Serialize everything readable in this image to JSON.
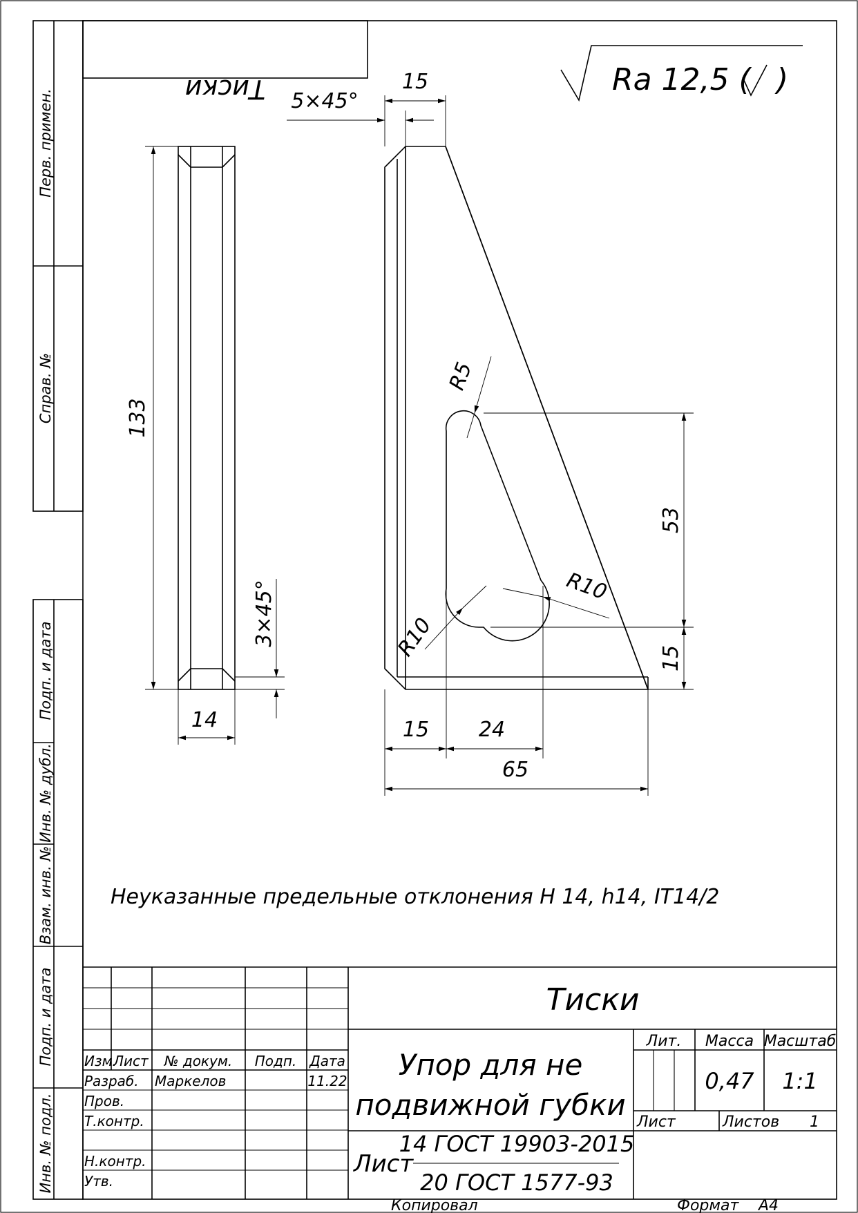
{
  "header": {
    "mirrored_title": "Тиски"
  },
  "roughness": {
    "text": "Ra 12,5 (",
    "close": ")"
  },
  "side_strips": [
    "Перв. примен.",
    "Справ. №",
    "Подп. и дата",
    "Инв. № дубл.",
    "Взам. инв. №",
    "Подп. и дата",
    "Инв. № подл."
  ],
  "side_view": {
    "height": "133",
    "width": "14",
    "chamfer": "3×45°"
  },
  "main_view": {
    "top": "15",
    "chamfer": "5×45°",
    "r_top": "R5",
    "r_right": "R10",
    "r_left": "R10",
    "h53": "53",
    "h15": "15",
    "w15": "15",
    "w24": "24",
    "w65": "65"
  },
  "note": "Неуказанные предельные отклонения Н 14, h14, IT14/2",
  "title_block": {
    "assembly": "Тиски",
    "part_line1": "Упор для не",
    "part_line2": "подвижной губки",
    "col_izm": "Изм.",
    "col_list": "Лист",
    "col_doc": "№ докум.",
    "col_sign": "Подп.",
    "col_date": "Дата",
    "role_dev": "Разраб.",
    "dev_name": "Маркелов",
    "dev_date": "11.22",
    "role_check": "Пров.",
    "role_tkontr": "Т.контр.",
    "role_nkontr": "Н.контр.",
    "role_utv": "Утв.",
    "lit": "Лит.",
    "mass_label": "Масса",
    "scale_label": "Масштаб",
    "mass": "0,47",
    "scale": "1:1",
    "sheet_label": "Лист",
    "sheets_label": "Листов",
    "sheets_value": "1",
    "material_label": "Лист",
    "material_top": "14 ГОСТ 19903-2015",
    "material_bottom": "20 ГОСТ 1577-93"
  },
  "footer": {
    "copied": "Копировал",
    "format_label": "Формат",
    "format_value": "А4"
  }
}
